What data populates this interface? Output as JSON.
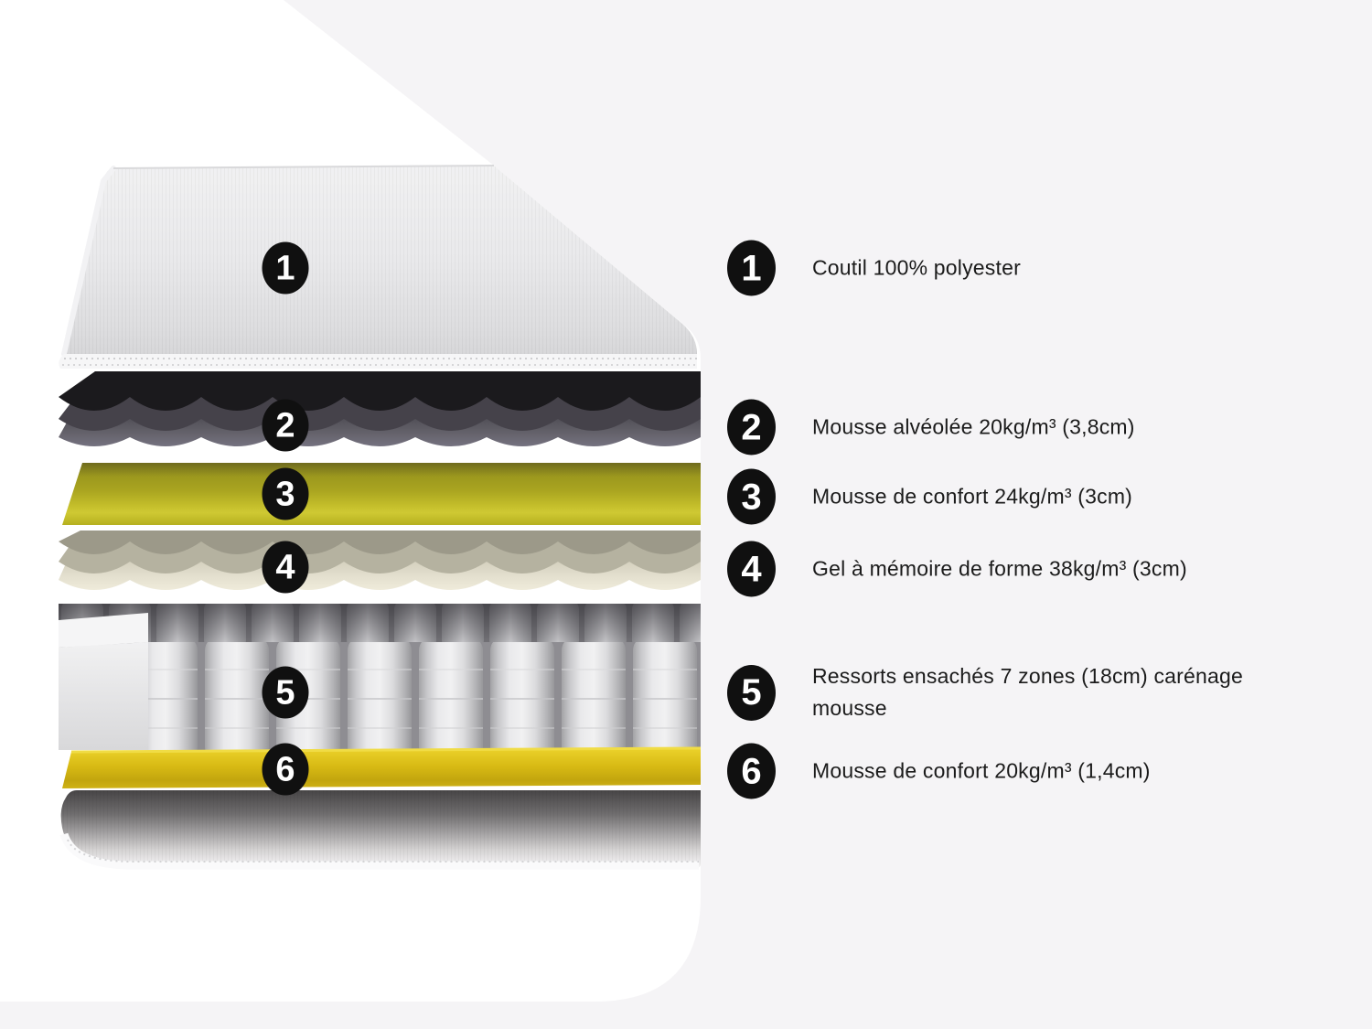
{
  "theme": {
    "background": "#f5f4f6",
    "panel_white": "#ffffff",
    "badge_bg": "#101010",
    "badge_fg": "#ffffff",
    "text_color": "#1b1b1b"
  },
  "layers": [
    {
      "num": "1",
      "label": "Coutil 100% polyester",
      "color": "#e9e9ea"
    },
    {
      "num": "2",
      "label": "Mousse alvéolée 20kg/m³ (3,8cm)",
      "color": "#2b292e"
    },
    {
      "num": "3",
      "label": "Mousse de confort 24kg/m³ (3cm)",
      "color": "#b9b424"
    },
    {
      "num": "4",
      "label": "Gel à mémoire de forme 38kg/m³ (3cm)",
      "color": "#ddd9c7"
    },
    {
      "num": "5",
      "label": "Ressorts ensachés 7 zones (18cm) carénage mousse",
      "color": "#d4d4d6"
    },
    {
      "num": "6",
      "label": "Mousse de confort 20kg/m³ (1,4cm)",
      "color": "#d2b718"
    }
  ]
}
